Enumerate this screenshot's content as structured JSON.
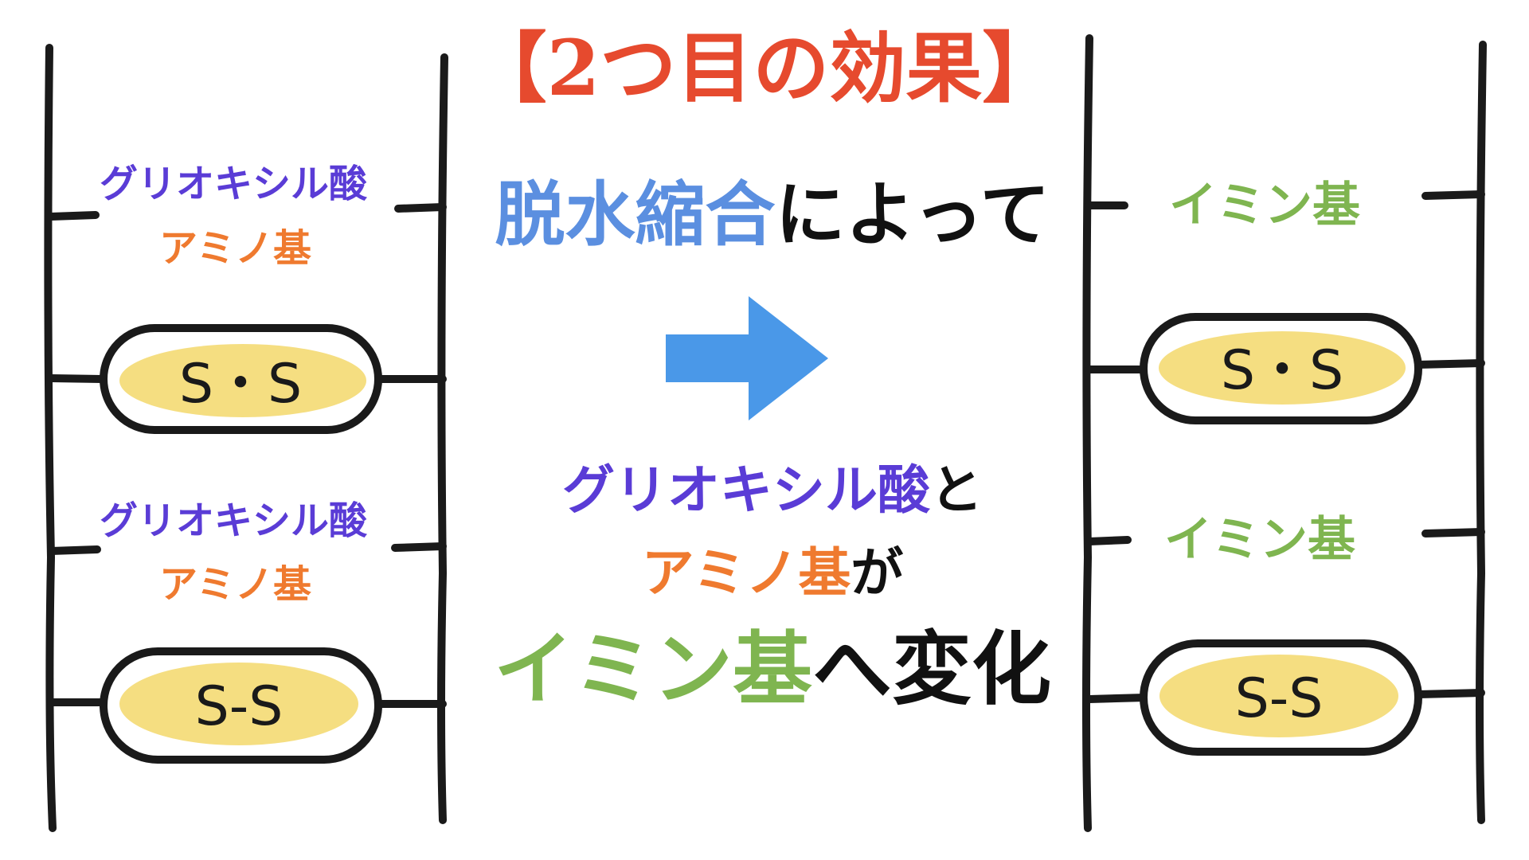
{
  "title": "【2つ目の効果】",
  "left_ladder": {
    "top_labels": [
      "グリオキシル酸",
      "アミノ基"
    ],
    "bottom_labels": [
      "グリオキシル酸",
      "アミノ基"
    ],
    "bond_top": "S・S",
    "bond_bottom": "S-S"
  },
  "right_ladder": {
    "top_label": "イミン基",
    "bottom_label": "イミン基",
    "bond_top": "S・S",
    "bond_bottom": "S-S"
  },
  "middle": {
    "line1_part1": "脱水縮合",
    "line1_part2": "によって",
    "line2_part1": "グリオキシル酸",
    "line2_part2": "と",
    "line3_part1": "アミノ基",
    "line3_part2": "が",
    "line4_part1": "イミン基",
    "line4_part2": "へ変化"
  },
  "colors": {
    "title": "#e64a2e",
    "purple": "#5a3cd6",
    "orange": "#ef7a2f",
    "green": "#7fb550",
    "blue": "#5b8fe0",
    "arrow": "#4a98e8",
    "bond_fill": "#f4dc7a"
  },
  "icons": {
    "arrow": "right-arrow-icon"
  }
}
